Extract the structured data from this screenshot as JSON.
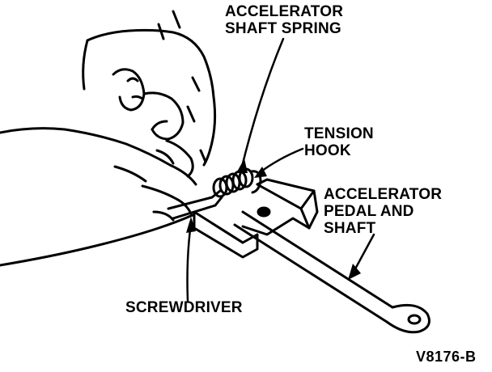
{
  "labels": {
    "spring": [
      "ACCELERATOR",
      "SHAFT SPRING"
    ],
    "hook": [
      "TENSION",
      "HOOK"
    ],
    "pedal": [
      "ACCELERATOR",
      "PEDAL AND",
      "SHAFT"
    ],
    "screwdriver": [
      "SCREWDRIVER"
    ],
    "figure_code": "V8176-B"
  },
  "colors": {
    "ink": "#000000",
    "paper": "#ffffff"
  }
}
